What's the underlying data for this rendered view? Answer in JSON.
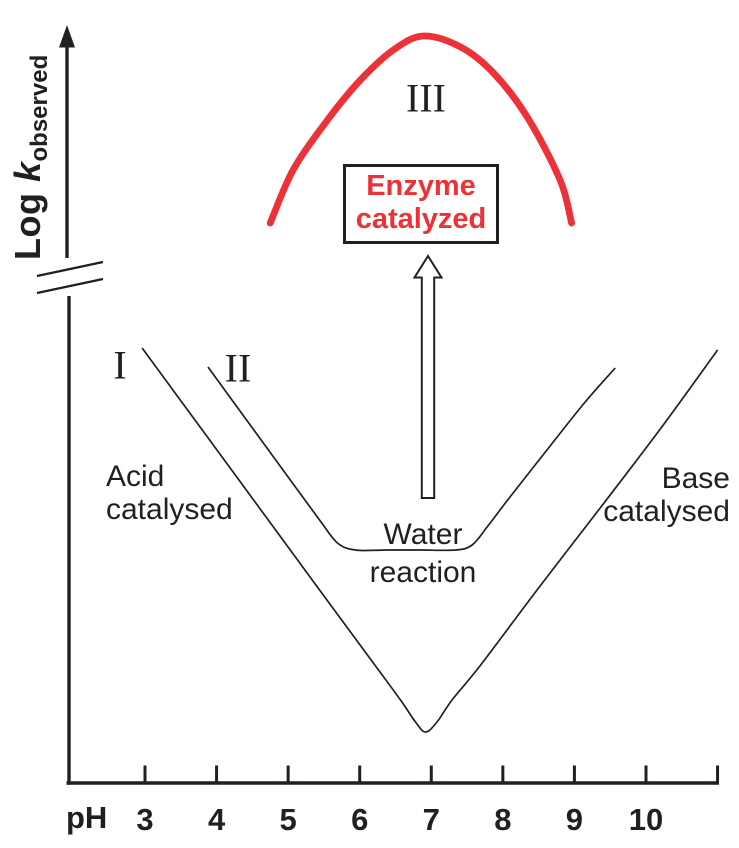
{
  "figure": {
    "ink_color": "#231f20",
    "accent_red": "#ed3237",
    "y_axis": {
      "label_prefix": "Log ",
      "label_symbol": "k",
      "label_subscript": "observed",
      "has_axis_break": true,
      "arrow_at_top": true
    },
    "x_axis": {
      "label": "pH",
      "tick_labels": [
        "3",
        "4",
        "5",
        "6",
        "7",
        "8",
        "9",
        "10"
      ],
      "end_tick_unlabeled": true
    },
    "curve_labels": {
      "one": "I",
      "two": "II",
      "three": "III"
    },
    "annotations": {
      "acid_line1": "Acid",
      "acid_line2": "catalysed",
      "base_line1": "Base",
      "base_line2": "catalysed",
      "water_line1": "Water",
      "water_line2": "reaction",
      "enzyme_line1": "Enzyme",
      "enzyme_line2": "catalyzed"
    }
  },
  "chart_data": {
    "type": "line",
    "xlabel": "pH",
    "ylabel": "Log k observed (arbitrary units, y-axis shown with break)",
    "x_ticks": [
      3,
      4,
      5,
      6,
      7,
      8,
      9,
      10
    ],
    "x_axis_end": 11,
    "grid": false,
    "legend_position": "none",
    "series": [
      {
        "id": "I",
        "dom_id": "curve-I",
        "name": "Curve I - deep V profile (acid catalysed left limb, base catalysed right limb)",
        "color": "#231f20",
        "points": [
          [
            2.96,
            4.35
          ],
          [
            3.77,
            3.56
          ],
          [
            4.61,
            2.74
          ],
          [
            5.45,
            1.92
          ],
          [
            6.15,
            1.24
          ],
          [
            6.57,
            0.83
          ],
          [
            6.78,
            0.61
          ],
          [
            6.92,
            0.51
          ],
          [
            7.08,
            0.61
          ],
          [
            7.29,
            0.83
          ],
          [
            7.69,
            1.18
          ],
          [
            8.52,
            1.97
          ],
          [
            9.36,
            2.75
          ],
          [
            10.2,
            3.54
          ],
          [
            11.0,
            4.33
          ]
        ]
      },
      {
        "id": "II",
        "dom_id": "curve-II",
        "name": "Curve II - flat-bottomed profile with water reaction plateau",
        "color": "#231f20",
        "points": [
          [
            3.88,
            4.16
          ],
          [
            4.47,
            3.58
          ],
          [
            5.03,
            3.03
          ],
          [
            5.45,
            2.62
          ],
          [
            5.69,
            2.4
          ],
          [
            5.94,
            2.33
          ],
          [
            6.4,
            2.33
          ],
          [
            6.85,
            2.33
          ],
          [
            7.34,
            2.33
          ],
          [
            7.57,
            2.38
          ],
          [
            7.78,
            2.56
          ],
          [
            8.1,
            2.86
          ],
          [
            8.66,
            3.37
          ],
          [
            9.15,
            3.81
          ],
          [
            9.57,
            4.15
          ]
        ]
      },
      {
        "id": "III",
        "dom_id": "curve-III",
        "name": "Curve III - enzyme catalyzed bell curve (red)",
        "color": "#ed3237",
        "points": [
          [
            4.75,
            5.6
          ],
          [
            5.07,
            6.13
          ],
          [
            5.55,
            6.63
          ],
          [
            6.01,
            7.03
          ],
          [
            6.47,
            7.33
          ],
          [
            6.89,
            7.47
          ],
          [
            7.41,
            7.36
          ],
          [
            7.87,
            7.1
          ],
          [
            8.34,
            6.66
          ],
          [
            8.8,
            6.03
          ],
          [
            8.96,
            5.6
          ]
        ]
      }
    ],
    "annotations": [
      "Acid catalysed (left limb of curve I)",
      "Base catalysed (right limb of curve I)",
      "Water reaction (plateau of curve II)",
      "Enzyme catalyzed (red boxed label under curve III)",
      "Hollow block arrow pointing up from water plateau (pH ~6.9) to enzyme curve"
    ]
  }
}
